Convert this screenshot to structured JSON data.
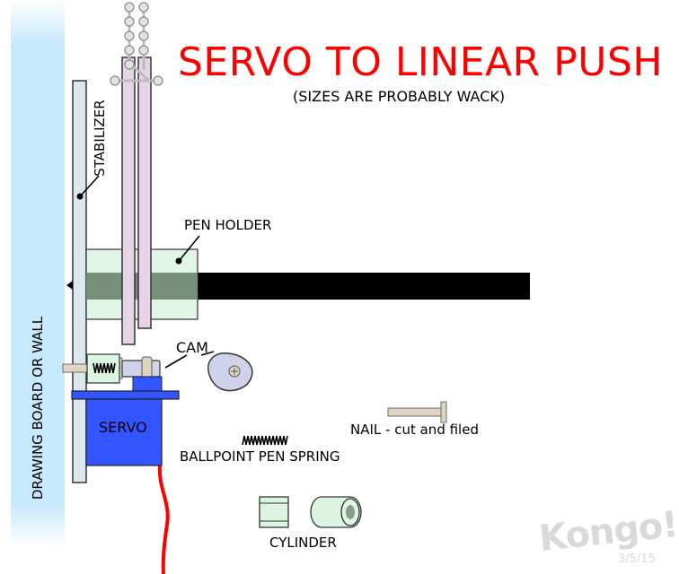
{
  "diagram": {
    "title": "SERVO TO LINEAR PUSH",
    "subtitle": "(SIZES ARE PROBABLY WACK)",
    "labels": {
      "wall": "DRAWING BOARD OR WALL",
      "stabilizer": "STABILIZER",
      "pen_holder": "PEN HOLDER",
      "cam": "CAM",
      "servo": "SERVO",
      "nail": "NAIL - cut and filed",
      "spring": "BALLPOINT PEN SPRING",
      "cylinder": "CYLINDER"
    },
    "signature": {
      "name": "Kongo!",
      "date": "3/5/15"
    },
    "colors": {
      "title": "#ff0000",
      "servo_body": "#3355ff",
      "pen": "#000000",
      "pen_holder": "#dcf5e3",
      "pen_tubes": "#e6d3e8",
      "wall_strip": "#c7e9fb",
      "wire": "#ff0000",
      "nail": "#e0d5c0"
    }
  }
}
